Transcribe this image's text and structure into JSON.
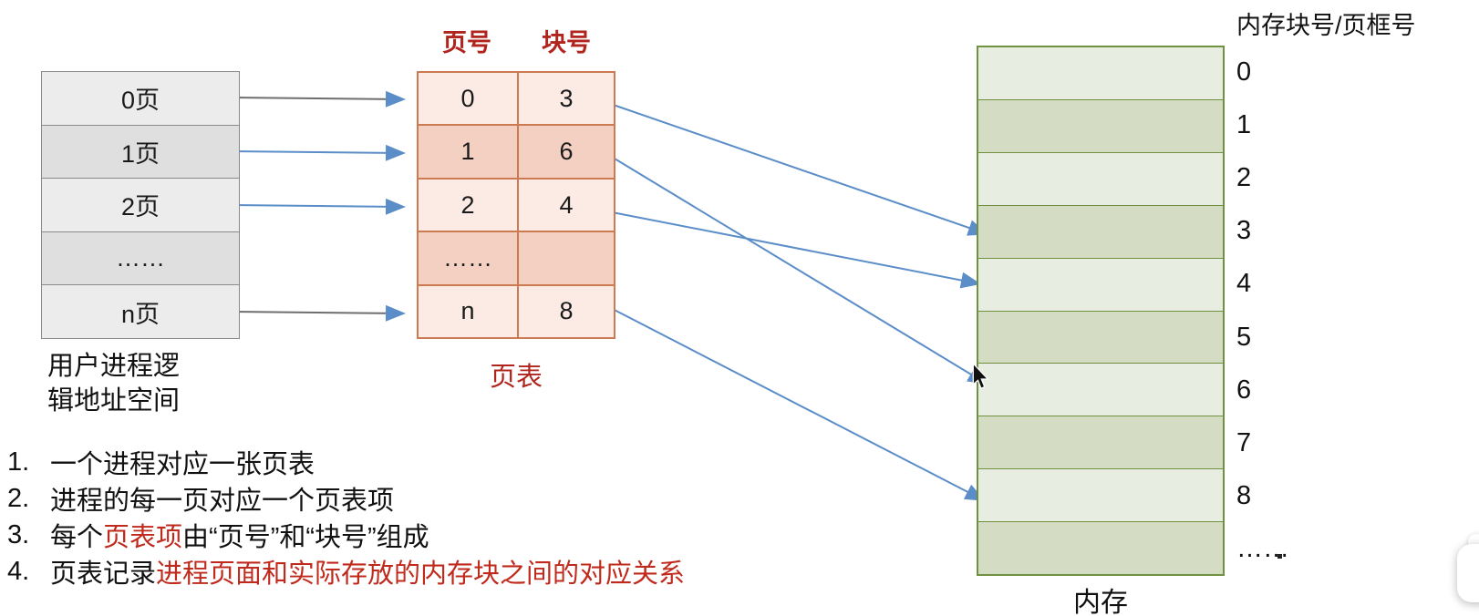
{
  "logical_space": {
    "rows": [
      "0页",
      "1页",
      "2页",
      "……",
      "n页"
    ],
    "label_line1": "用户进程逻",
    "label_line2": "辑地址空间"
  },
  "page_table": {
    "col_headers": [
      "页号",
      "块号"
    ],
    "rows": [
      [
        "0",
        "3"
      ],
      [
        "1",
        "6"
      ],
      [
        "2",
        "4"
      ],
      [
        "……",
        ""
      ],
      [
        "n",
        "8"
      ]
    ],
    "label": "页表"
  },
  "memory": {
    "title": "内存块号/页框号",
    "row_labels": [
      "0",
      "1",
      "2",
      "3",
      "4",
      "5",
      "6",
      "7",
      "8",
      "……"
    ],
    "label": "内存"
  },
  "mappings": [
    {
      "page": "0",
      "block": "3"
    },
    {
      "page": "1",
      "block": "6"
    },
    {
      "page": "2",
      "block": "4"
    },
    {
      "page": "n",
      "block": "8"
    }
  ],
  "notes": [
    {
      "num": "1.",
      "segments": [
        {
          "text": "一个进程对应一张页表",
          "red": false
        }
      ]
    },
    {
      "num": "2.",
      "segments": [
        {
          "text": "进程的每一页对应一个页表项",
          "red": false
        }
      ]
    },
    {
      "num": "3.",
      "segments": [
        {
          "text": "每个",
          "red": false
        },
        {
          "text": "页表项",
          "red": true
        },
        {
          "text": "由“页号”和“块号”组成",
          "red": false
        }
      ]
    },
    {
      "num": "4.",
      "segments": [
        {
          "text": "页表记录",
          "red": false
        },
        {
          "text": "进程页面和实际存放的内存块之间的对应关系",
          "red": true
        }
      ]
    }
  ],
  "colors": {
    "header_red": "#b1241e",
    "note_red": "#c02a1d",
    "arrow_blue": "#5b8dc8",
    "arrow_gray": "#6e6e6e",
    "page_table_border": "#cc7a52",
    "page_table_light": "#fcebe4",
    "page_table_dark": "#f3d0c2",
    "memory_border": "#6f9140",
    "memory_light": "#e8ede2",
    "memory_dark": "#d4ddc4",
    "logical_light": "#ececec",
    "logical_dark": "#dfdfdf"
  }
}
